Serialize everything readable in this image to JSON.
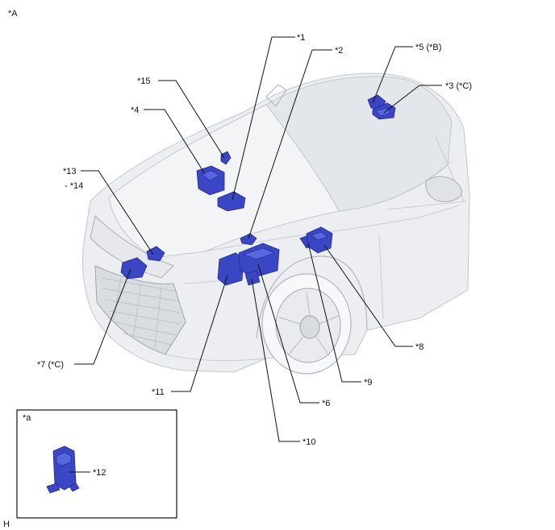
{
  "view_label": "*A",
  "inset": {
    "label": "*a",
    "part_label": "*12"
  },
  "corner_label": "H",
  "callouts": {
    "c1": "*1",
    "c2": "*2",
    "c3": "*3 (*C)",
    "c4": "*4",
    "c5": "*5 (*B)",
    "c6": "*6",
    "c7": "*7 (*C)",
    "c8": "*8",
    "c9": "*9",
    "c10": "*10",
    "c11": "*11",
    "c13": "*13",
    "c14": "- *14",
    "c15": "*15"
  },
  "colors": {
    "part_fill": "#3a46c4",
    "car_shade": "#eceef1",
    "line": "#111111"
  }
}
